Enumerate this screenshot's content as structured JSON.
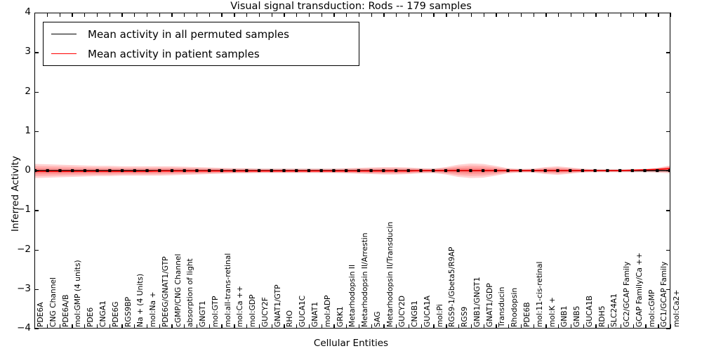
{
  "chart_data": {
    "type": "line",
    "title": "Visual signal transduction: Rods -- 179 samples",
    "xlabel": "Cellular Entities",
    "ylabel": "Inferred Activity",
    "ylim": [
      -4,
      4
    ],
    "yticks": [
      4,
      3,
      2,
      1,
      0,
      -1,
      -2,
      -3,
      -4
    ],
    "ytick_labels": [
      "4",
      "3",
      "2",
      "1",
      "0",
      "−1",
      "−2",
      "−3",
      "−4"
    ],
    "grid": false,
    "legend_position": "upper left",
    "legend": [
      {
        "label": "Mean activity in all permuted samples",
        "color": "#000000"
      },
      {
        "label": "Mean activity in patient samples",
        "color": "#ff0000"
      }
    ],
    "categories": [
      "PDE6A",
      "CNG Channel",
      "PDE6A/B",
      "mol:GMP (4 units)",
      "PDE6",
      "CNGA1",
      "PDE6G",
      "RGS9BP",
      "Na + (4 Units)",
      "mol:Na +",
      "PDE6G/GNAT1/GTP",
      "cGMP/CNG Channel",
      "absorption of light",
      "GNGT1",
      "mol:GTP",
      "mol:all-trans-retinal",
      "mol:Ca ++",
      "mol:GDP",
      "GUCY2F",
      "GNAT1/GTP",
      "RHO",
      "GUCA1C",
      "GNAT1",
      "mol:ADP",
      "GRK1",
      "Metarhodopsin II",
      "Metarhodopsin II/Arrestin",
      "SAG",
      "Metarhodopsin II/Transducin",
      "GUCY2D",
      "CNGB1",
      "GUCA1A",
      "mol:Pi",
      "RGS9-1/Gbeta5/R9AP",
      "RGS9",
      "GNB1/GNGT1",
      "GNAT1/GDP",
      "Transducin",
      "Rhodopsin",
      "PDE6B",
      "mol:11-cis-retinal",
      "mol:K +",
      "GNB1",
      "GNB5",
      "GUCA1B",
      "RDH5",
      "SLC24A1",
      "GC2/GCAP Family",
      "GCAP Family/Ca ++",
      "mol:cGMP",
      "GC1/GCAP Family",
      "mol:Ca2+"
    ],
    "series": [
      {
        "name": "Mean activity in all permuted samples",
        "color": "#000000",
        "band_color": "#d9d9d9",
        "values": [
          0.0,
          0.0,
          0.0,
          0.0,
          0.0,
          0.0,
          0.0,
          0.0,
          0.0,
          0.0,
          0.0,
          0.0,
          0.0,
          0.0,
          0.0,
          0.0,
          0.0,
          0.0,
          0.0,
          0.0,
          0.0,
          0.0,
          0.0,
          0.0,
          0.0,
          0.0,
          0.0,
          0.0,
          0.0,
          0.0,
          0.0,
          0.0,
          0.0,
          0.0,
          0.0,
          0.0,
          0.0,
          0.0,
          0.0,
          0.0,
          0.0,
          0.0,
          0.0,
          0.0,
          0.0,
          0.0,
          0.0,
          0.0,
          0.0,
          0.0,
          0.0,
          0.0
        ],
        "band_upper": [
          0.05,
          0.05,
          0.05,
          0.05,
          0.05,
          0.05,
          0.05,
          0.05,
          0.05,
          0.05,
          0.05,
          0.05,
          0.06,
          0.06,
          0.06,
          0.06,
          0.06,
          0.06,
          0.06,
          0.06,
          0.06,
          0.06,
          0.06,
          0.06,
          0.06,
          0.06,
          0.06,
          0.06,
          0.06,
          0.06,
          0.06,
          0.06,
          0.07,
          0.07,
          0.07,
          0.06,
          0.05,
          0.05,
          0.05,
          0.05,
          0.05,
          0.05,
          0.05,
          0.05,
          0.05,
          0.05,
          0.05,
          0.05,
          0.05,
          0.05,
          0.05,
          0.05
        ],
        "band_lower": [
          -0.05,
          -0.05,
          -0.05,
          -0.05,
          -0.05,
          -0.05,
          -0.05,
          -0.05,
          -0.05,
          -0.05,
          -0.05,
          -0.05,
          -0.06,
          -0.06,
          -0.06,
          -0.06,
          -0.06,
          -0.06,
          -0.06,
          -0.06,
          -0.06,
          -0.06,
          -0.06,
          -0.06,
          -0.06,
          -0.06,
          -0.06,
          -0.06,
          -0.06,
          -0.06,
          -0.06,
          -0.06,
          -0.07,
          -0.07,
          -0.07,
          -0.06,
          -0.05,
          -0.05,
          -0.05,
          -0.05,
          -0.05,
          -0.05,
          -0.05,
          -0.05,
          -0.05,
          -0.05,
          -0.05,
          -0.05,
          -0.05,
          -0.05,
          -0.05,
          -0.05
        ]
      },
      {
        "name": "Mean activity in patient samples",
        "color": "#ff0000",
        "band_color": "#ff6666",
        "values": [
          -0.02,
          -0.02,
          -0.02,
          -0.02,
          -0.02,
          -0.02,
          -0.02,
          -0.02,
          -0.02,
          -0.02,
          -0.01,
          -0.01,
          -0.01,
          -0.01,
          -0.01,
          -0.01,
          -0.01,
          -0.01,
          -0.01,
          -0.01,
          -0.01,
          -0.01,
          -0.01,
          -0.01,
          -0.01,
          -0.01,
          -0.01,
          -0.01,
          -0.01,
          -0.01,
          -0.01,
          0.0,
          0.0,
          0.0,
          0.0,
          0.0,
          0.0,
          0.0,
          0.0,
          0.0,
          0.0,
          0.0,
          0.0,
          0.0,
          0.0,
          0.0,
          0.0,
          0.0,
          0.01,
          0.02,
          0.03,
          0.05
        ],
        "band_upper": [
          0.17,
          0.16,
          0.15,
          0.14,
          0.13,
          0.12,
          0.12,
          0.11,
          0.11,
          0.11,
          0.11,
          0.11,
          0.1,
          0.09,
          0.08,
          0.07,
          0.06,
          0.06,
          0.05,
          0.05,
          0.05,
          0.05,
          0.05,
          0.05,
          0.05,
          0.06,
          0.07,
          0.08,
          0.09,
          0.09,
          0.08,
          0.06,
          0.05,
          0.09,
          0.15,
          0.18,
          0.17,
          0.12,
          0.06,
          0.04,
          0.05,
          0.09,
          0.11,
          0.08,
          0.05,
          0.03,
          0.03,
          0.03,
          0.03,
          0.04,
          0.07,
          0.13
        ],
        "band_lower": [
          -0.19,
          -0.18,
          -0.17,
          -0.16,
          -0.15,
          -0.14,
          -0.14,
          -0.13,
          -0.13,
          -0.13,
          -0.13,
          -0.12,
          -0.11,
          -0.1,
          -0.09,
          -0.08,
          -0.07,
          -0.07,
          -0.06,
          -0.06,
          -0.06,
          -0.06,
          -0.06,
          -0.06,
          -0.06,
          -0.07,
          -0.08,
          -0.09,
          -0.1,
          -0.1,
          -0.09,
          -0.07,
          -0.06,
          -0.1,
          -0.16,
          -0.19,
          -0.18,
          -0.13,
          -0.07,
          -0.05,
          -0.05,
          -0.09,
          -0.11,
          -0.08,
          -0.05,
          -0.04,
          -0.04,
          -0.04,
          -0.04,
          -0.04,
          -0.05,
          -0.07
        ]
      }
    ]
  }
}
